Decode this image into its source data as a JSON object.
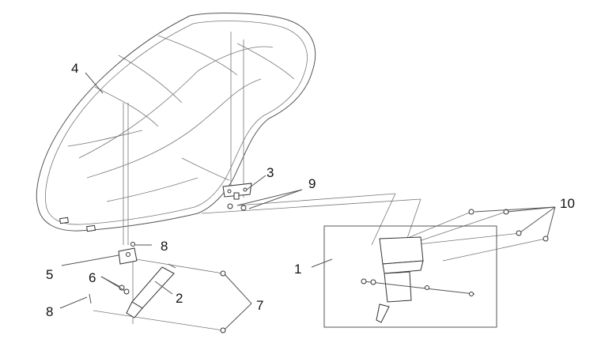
{
  "callouts": {
    "c1": "1",
    "c2": "2",
    "c3": "3",
    "c4": "4",
    "c5": "5",
    "c6": "6",
    "c7": "7",
    "c8a": "8",
    "c8b": "8",
    "c9": "9",
    "c10": "10"
  }
}
